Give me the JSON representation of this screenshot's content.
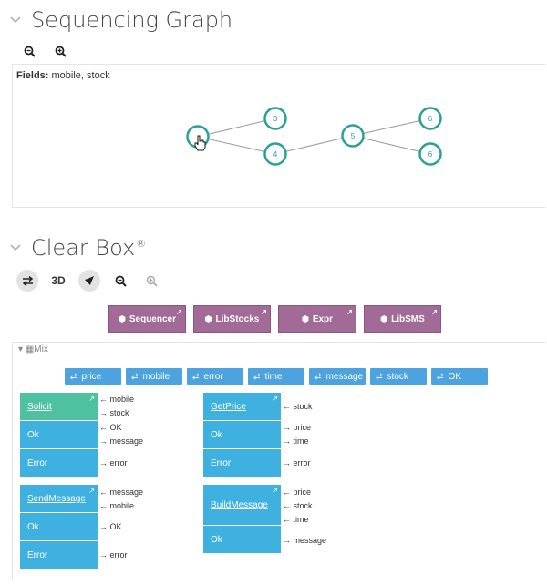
{
  "sequencing": {
    "title": "Sequencing Graph",
    "fields_label": "Fields:",
    "fields_value": "mobile, stock",
    "nodes": [
      "",
      "3",
      "4",
      "5",
      "6",
      "6"
    ]
  },
  "clearbox": {
    "title": "Clear Box",
    "registered": "®",
    "btn_3d": "3D",
    "libraries": [
      "Sequencer",
      "LibStocks",
      "Expr",
      "LibSMS"
    ],
    "mix_label": "Mix",
    "variables": [
      "price",
      "mobile",
      "error",
      "time",
      "message",
      "stock",
      "OK"
    ]
  },
  "blocks": {
    "solicit": {
      "name": "Solicit",
      "ok": "Ok",
      "error": "Error",
      "ports": [
        "← mobile",
        "→ stock",
        "← OK",
        "→ message",
        "→ error"
      ]
    },
    "getprice": {
      "name": "GetPrice",
      "ok": "Ok",
      "error": "Error",
      "ports": [
        "← stock",
        "→ price",
        "→ time",
        "→ error"
      ]
    },
    "sendmessage": {
      "name": "SendMessage",
      "ok": "Ok",
      "error": "Error",
      "ports": [
        "← message",
        "← mobile",
        "→ OK",
        "→ error"
      ]
    },
    "buildmessage": {
      "name": "BuildMessage",
      "ok": "Ok",
      "ports": [
        "← price",
        "← stock",
        "← time",
        "→ message"
      ]
    }
  }
}
